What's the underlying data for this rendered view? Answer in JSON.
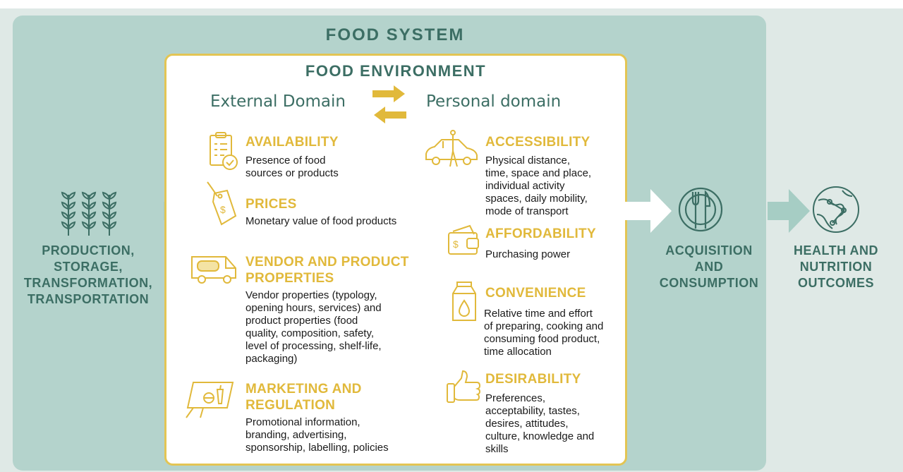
{
  "food_system_title": "FOOD SYSTEM",
  "food_environment_title": "FOOD ENVIRONMENT",
  "external_domain": "External Domain",
  "personal_domain": "Personal domain",
  "left_label": "PRODUCTION,\nSTORAGE,\nTRANSFORMATION,\nTRANSPORTATION",
  "middle_right_label": "ACQUISITION\nAND\nCONSUMPTION",
  "far_right_label": "HEALTH AND\nNUTRITION\nOUTCOMES",
  "external_items": [
    {
      "title": "AVAILABILITY",
      "desc": "Presence of food\nsources or products",
      "icon": "checklist-icon"
    },
    {
      "title": "PRICES",
      "desc": "Monetary value of food products",
      "icon": "price-tag-icon"
    },
    {
      "title": "VENDOR AND PRODUCT\nPROPERTIES",
      "desc": "Vendor properties (typology,\nopening hours, services) and\nproduct properties (food\nquality, composition, safety,\nlevel of processing, shelf-life,\npackaging)",
      "icon": "food-truck-icon"
    },
    {
      "title": "MARKETING AND\nREGULATION",
      "desc": "Promotional information,\nbranding, advertising,\nsponsorship, labelling, policies",
      "icon": "billboard-icon"
    }
  ],
  "personal_items": [
    {
      "title": "ACCESSIBILITY",
      "desc": "Physical distance,\ntime, space and place,\nindividual activity\nspaces, daily mobility,\nmode of transport",
      "icon": "car-person-icon"
    },
    {
      "title": "AFFORDABILITY",
      "desc": "Purchasing power",
      "icon": "wallet-icon"
    },
    {
      "title": "CONVENIENCE",
      "desc": "Relative time and effort\nof preparing, cooking and\nconsuming food product,\ntime allocation",
      "icon": "milk-carton-icon"
    },
    {
      "title": "DESIRABILITY",
      "desc": "Preferences,\nacceptability, tastes,\ndesires, attitudes,\nculture, knowledge and\nskills",
      "icon": "thumbs-up-icon"
    }
  ],
  "colors": {
    "accent_gold": "#e1b93b",
    "teal_text": "#3c6e64",
    "system_bg": "#b4d3cc"
  }
}
